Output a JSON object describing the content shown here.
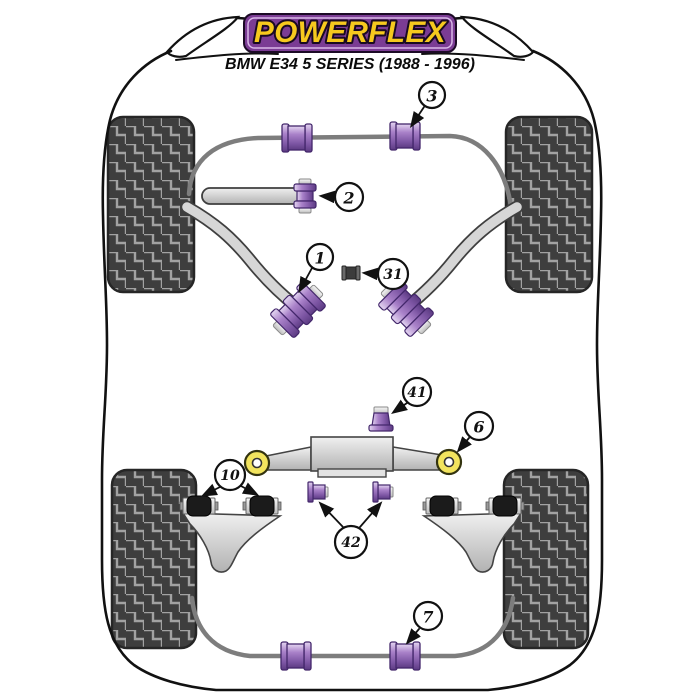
{
  "brand": {
    "logo_text": "POWERFLEX",
    "subtitle": "BMW E34 5 SERIES (1988 - 1996)"
  },
  "callouts": {
    "c1": "1",
    "c2": "2",
    "c3": "3",
    "c6": "6",
    "c7": "7",
    "c10": "10",
    "c31": "31",
    "c41": "41",
    "c42": "42"
  },
  "colors": {
    "logo_purple": "#7b3c94",
    "logo_yellow": "#f6c91e",
    "bushing_purple": "#9a74bd",
    "bushing_yellow": "#f2e45e",
    "bushing_black": "#1b1b1b",
    "metal_grey": "#cfcfcf",
    "tyre_dark": "#3e3e3e"
  }
}
